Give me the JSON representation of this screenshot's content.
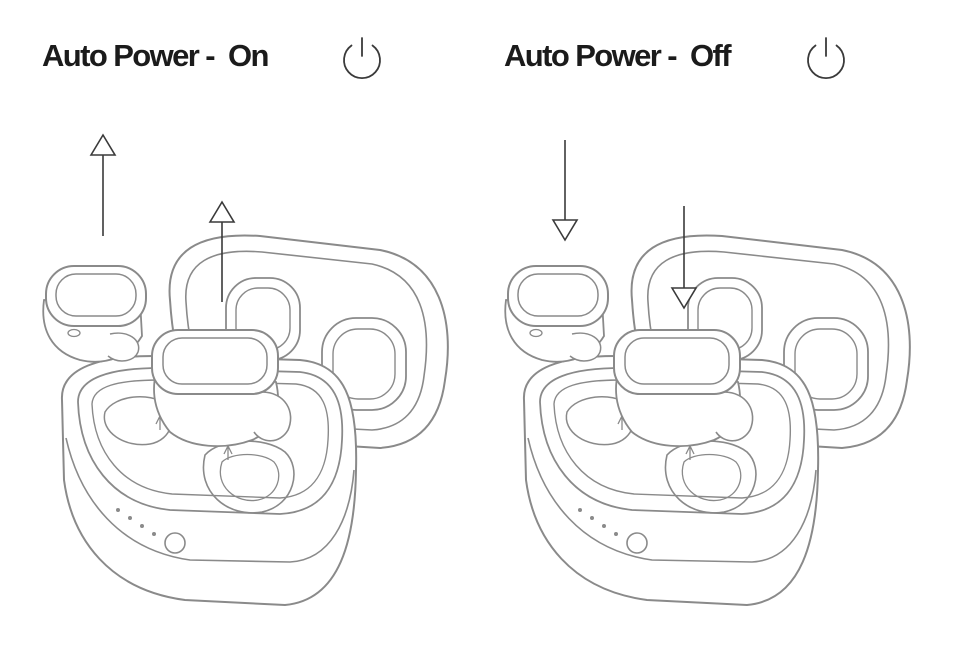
{
  "panels": {
    "on": {
      "title": "Auto Power -  On",
      "icon": "power-icon",
      "arrow_direction": "up"
    },
    "off": {
      "title": "Auto Power -  Off",
      "icon": "power-icon",
      "arrow_direction": "down"
    }
  },
  "colors": {
    "title_text": "#1b1b1b",
    "line_art": "#8a8a8a",
    "arrow": "#3a3a3a",
    "background": "#ffffff"
  }
}
